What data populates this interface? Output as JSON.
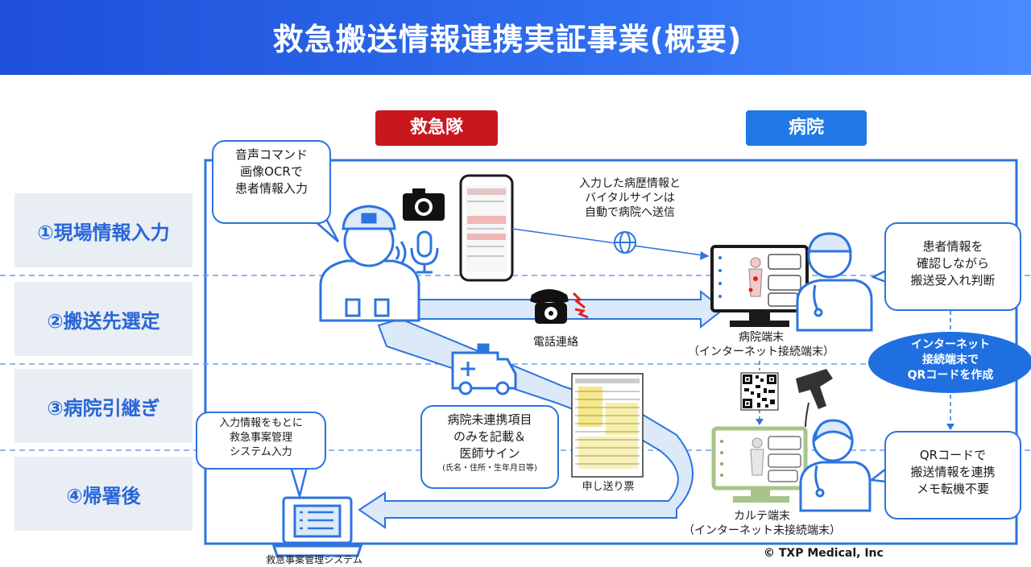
{
  "title": "救急搬送情報連携実証事業(概要)",
  "roles": {
    "ems": "救急隊",
    "hospital": "病院"
  },
  "steps": [
    "①現場情報入力",
    "②搬送先選定",
    "③病院引継ぎ",
    "④帰署後"
  ],
  "bubbles": {
    "voice_ocr": [
      "音声コマンド",
      "画像OCRで",
      "患者情報入力"
    ],
    "hospital_confirm": [
      "患者情報を",
      "確認しながら",
      "搬送受入れ判断"
    ],
    "handover_items": [
      "病院未連携項目",
      "のみを記載＆",
      "医師サイン"
    ],
    "handover_note": "(氏名・住所・生年月日等)",
    "ems_system_input": [
      "入力情報をもとに",
      "救急事案管理",
      "システム入力"
    ],
    "qr_link": [
      "QRコードで",
      "搬送情報を連携",
      "メモ転機不要"
    ]
  },
  "oval": [
    "インターネット",
    "接続端末で",
    "QRコードを作成"
  ],
  "labels": {
    "auto_send": [
      "入力した病歴情報と",
      "バイタルサインは",
      "自動で病院へ送信"
    ],
    "phone": "電話連絡",
    "hospital_terminal": [
      "病院端末",
      "（インターネット接続端末）"
    ],
    "handover_sheet": "申し送り票",
    "karte_terminal": [
      "カルテ端末",
      "（インターネット未接続端末）"
    ],
    "ems_system": "救急事案管理システム"
  },
  "copyright": "© TXP Medical, Inc",
  "colors": {
    "primary_blue": "#2d74df",
    "ems_red": "#c9171e",
    "hospital_blue": "#1f78e6",
    "karte_green": "#a8c48a"
  }
}
